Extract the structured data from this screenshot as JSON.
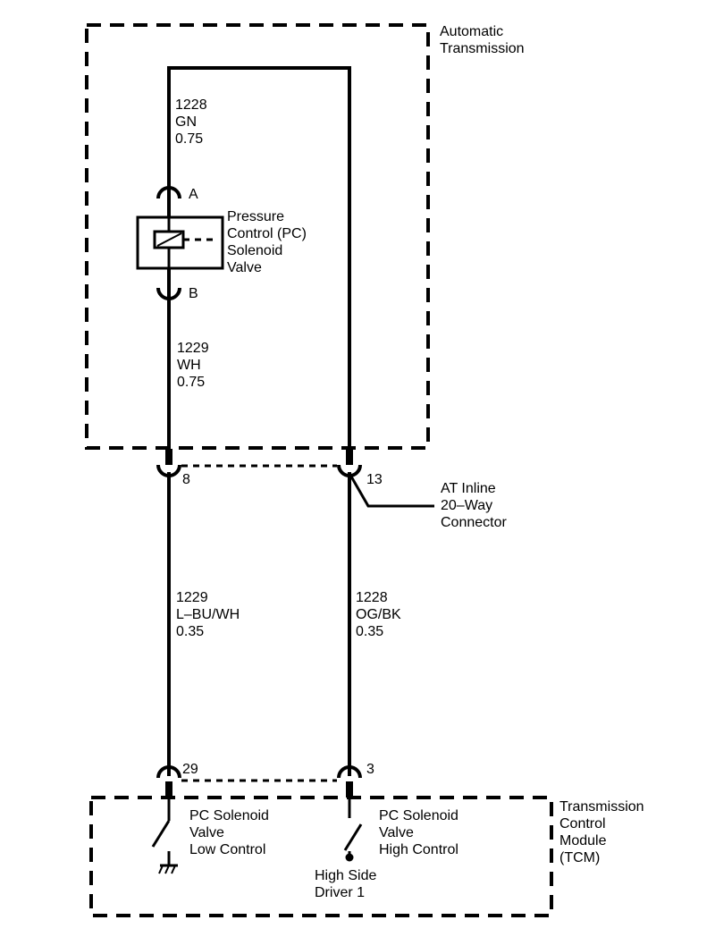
{
  "modules": {
    "automatic_transmission": "Automatic\nTransmission",
    "tcm": "Transmission\nControl\nModule\n(TCM)"
  },
  "solenoid": {
    "label": "Pressure\nControl (PC)\nSolenoid\nValve",
    "terminal_a": "A",
    "terminal_b": "B"
  },
  "connector": {
    "label": "AT Inline\n20–Way\nConnector",
    "pin_left": "8",
    "pin_right": "13"
  },
  "tcm_pins": {
    "left": "29",
    "right": "3"
  },
  "wires": {
    "top": {
      "circuit": "1228",
      "color": "GN",
      "size": "0.75"
    },
    "mid_left": {
      "circuit": "1229",
      "color": "WH",
      "size": "0.75"
    },
    "lower_left": {
      "circuit": "1229",
      "color": "L–BU/WH",
      "size": "0.35"
    },
    "lower_right": {
      "circuit": "1228",
      "color": "OG/BK",
      "size": "0.35"
    }
  },
  "tcm_internals": {
    "low_control": "PC Solenoid\nValve\nLow Control",
    "high_control": "PC Solenoid\nValve\nHigh Control",
    "driver": "High Side\nDriver 1"
  }
}
